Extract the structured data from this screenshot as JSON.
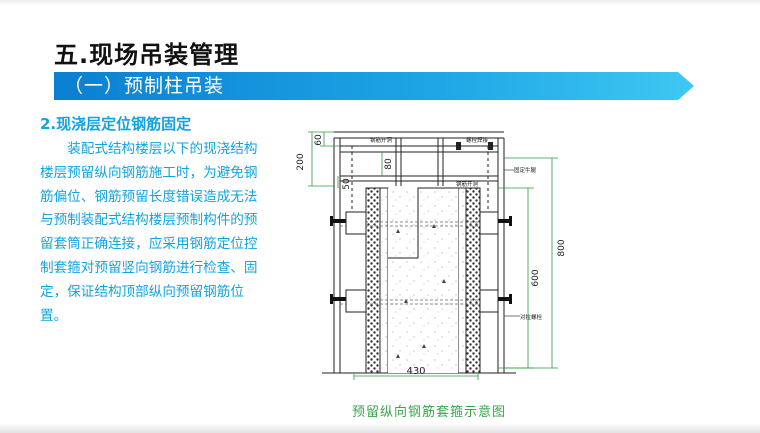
{
  "slide": {
    "title": "五.现场吊装管理",
    "section": "（一）预制柱吊装",
    "subheading": "2.现浇层定位钢筋固定",
    "body": "装配式结构楼层以下的现浇结构楼层预留纵向钢筋施工时，为避免钢筋偏位、钢筋预留长度错误造成无法与预制装配式结构楼层预制构件的预留套筒正确连接，应采用钢筋定位控制套箍对预留竖向钢筋进行检查、固定，保证结构顶部纵向预留钢筋位置。",
    "caption": "预留纵向钢筋套箍示意图"
  },
  "drawing": {
    "dimensions": {
      "d200": "200",
      "d60": "60",
      "d80": "80",
      "d50": "50",
      "d800": "800",
      "d600": "600",
      "d430": "430"
    },
    "labels": {
      "rebar_hole_left": "钢筋开洞",
      "nut_welding": "螺栓焊接",
      "fixed_bracket": "固定牛腿",
      "rebar_hole_mid": "钢筋开洞",
      "opposite_bolt": "对拉螺栓"
    }
  },
  "colors": {
    "accent_blue": "#13a3e0",
    "bar_gradient_start": "#0b7fd1",
    "bar_gradient_end": "#3fc8f2",
    "caption_green": "#3aa64a",
    "dimension_green": "#2e9a3f"
  }
}
